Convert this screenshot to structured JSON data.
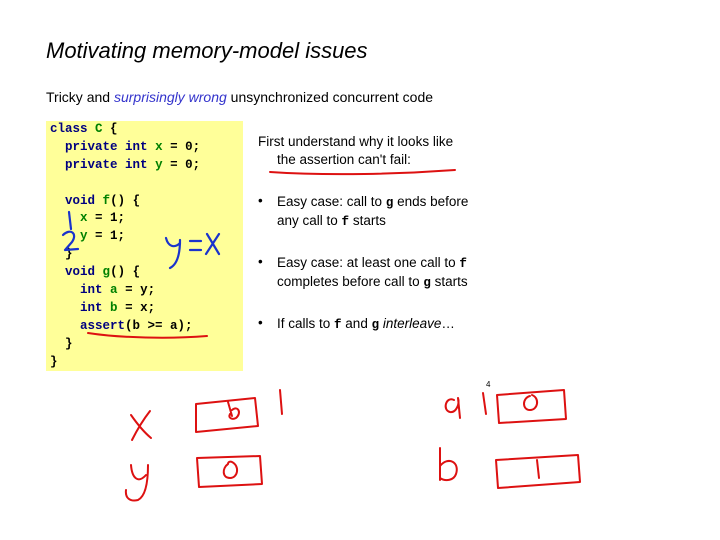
{
  "slide": {
    "title": "Motivating memory-model issues",
    "subtitle_pre": "Tricky and ",
    "subtitle_highlight": "surprisingly wrong",
    "subtitle_post": " unsynchronized concurrent code",
    "page_number": "4"
  },
  "code": {
    "l1_kw": "class",
    "l1_id": "C",
    "l1_rest": " {",
    "l2_kw1": "private",
    "l2_kw2": "int",
    "l2_id": "x",
    "l2_rest": " = 0;",
    "l3_kw1": "private",
    "l3_kw2": "int",
    "l3_id": "y",
    "l3_rest": " = 0;",
    "l5_kw": "void",
    "l5_id": "f",
    "l5_rest": "() {",
    "l6_id": "x",
    "l6_rest": " = 1;",
    "l7_id": "y",
    "l7_rest": " = 1;",
    "l8": "}",
    "l9_kw": "void",
    "l9_id": "g",
    "l9_rest": "() {",
    "l10_kw": "int",
    "l10_id": "a",
    "l10_rest": " = y;",
    "l11_kw": "int",
    "l11_id": "b",
    "l11_rest": " = x;",
    "l12_fn": "assert",
    "l12_rest": "(b >= a);",
    "l13": "}",
    "l14": "}"
  },
  "right": {
    "intro_line1": "First understand why it looks like",
    "intro_line2": "the assertion can't fail:",
    "b1_pre": "Easy case:  call to ",
    "b1_g": "g",
    "b1_mid": " ends before",
    "b1_line2_pre": "any call to ",
    "b1_f": "f",
    "b1_line2_post": " starts",
    "b2_pre": "Easy case: at least one call to ",
    "b2_f": "f",
    "b2_line2_pre": "completes before call to ",
    "b2_g": "g",
    "b2_line2_post": " starts",
    "b3_pre": "If calls to ",
    "b3_f": "f",
    "b3_mid": " and ",
    "b3_g": "g",
    "b3_post_italic": " interleave",
    "b3_end": "…",
    "bullet_char": "•"
  },
  "ink": {
    "color": "#dd1111",
    "note_eq": "y = x",
    "label_1": "1",
    "label_2": "2",
    "var_x": "x",
    "var_y": "y",
    "var_a": "a",
    "var_b": "b",
    "box_x_value": "1",
    "box_x_old_value": "0",
    "box_y_value": "0",
    "box_a_value": "0",
    "box_b_value": "1"
  }
}
